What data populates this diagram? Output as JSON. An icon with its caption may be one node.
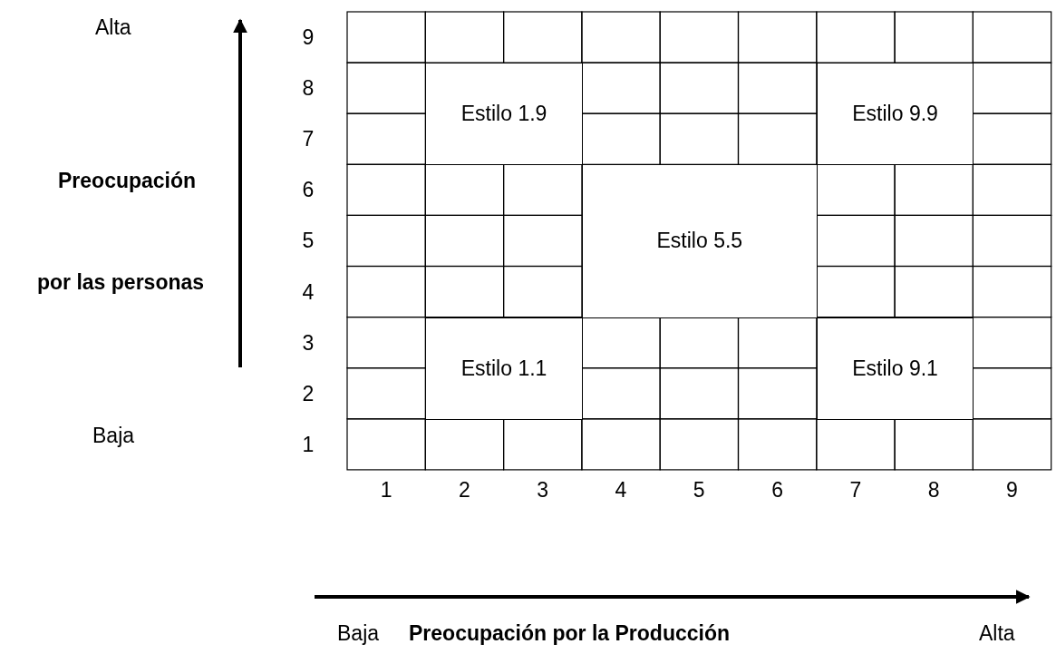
{
  "diagram": {
    "nodes": [
      {
        "text": [
          "Estilo 1.9"
        ]
      },
      {
        "text": [
          "Estilo 9.9"
        ]
      },
      {
        "text": [
          "Estilo 5.5"
        ]
      },
      {
        "text": [
          "Estilo 1.1"
        ]
      },
      {
        "text": [
          "Estilo 9.1"
        ]
      }
    ],
    "labels": [
      "Alta",
      "9",
      "8",
      "7",
      "Preocupación",
      "6",
      "5",
      "por las personas",
      "4",
      "3",
      "2",
      "Baja",
      "1",
      "1",
      "2",
      "3",
      "4",
      "5",
      "6",
      "7",
      "8",
      "9",
      "Baja",
      "Preocupación por la Producción",
      "Alta"
    ]
  }
}
